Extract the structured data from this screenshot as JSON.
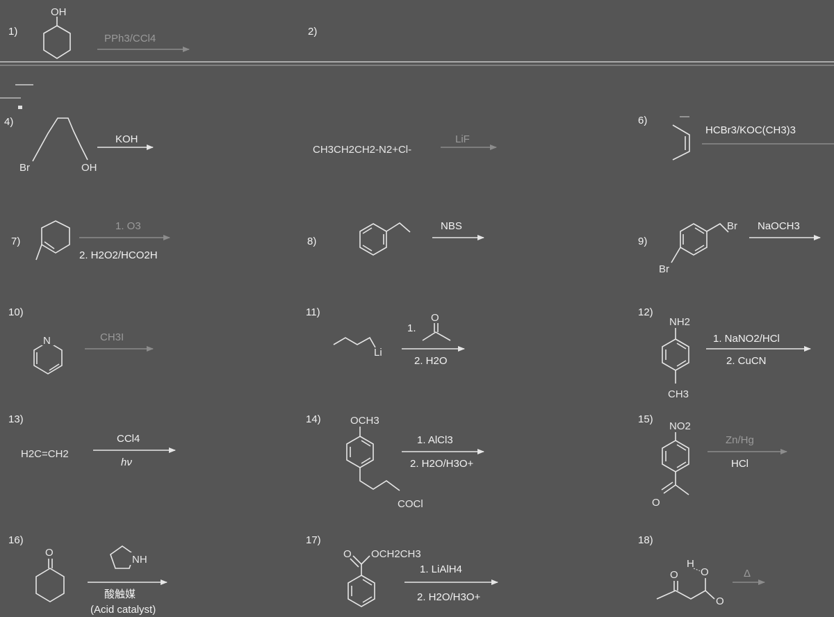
{
  "problems": {
    "p1": {
      "num": "1)",
      "substituent": "OH",
      "reagent": "PPh3/CCl4"
    },
    "p2": {
      "num": "2)"
    },
    "p4": {
      "num": "4)",
      "br": "Br",
      "oh": "OH",
      "reagent": "KOH"
    },
    "p5": {
      "substrate": "CH3CH2CH2-N2+Cl-",
      "reagent": "LiF"
    },
    "p6": {
      "num": "6)",
      "reagent": "HCBr3/KOC(CH3)3"
    },
    "p7": {
      "num": "7)",
      "step1": "1. O3",
      "step2": "2. H2O2/HCO2H"
    },
    "p8": {
      "num": "8)",
      "reagent": "NBS"
    },
    "p9": {
      "num": "9)",
      "br1": "Br",
      "br2": "Br",
      "reagent": "NaOCH3"
    },
    "p10": {
      "num": "10)",
      "n": "N",
      "reagent": "CH3I"
    },
    "p11": {
      "num": "11)",
      "li": "Li",
      "step1": "1.",
      "o": "O",
      "step2": "2. H2O"
    },
    "p12": {
      "num": "12)",
      "nh2": "NH2",
      "ch3": "CH3",
      "step1": "1. NaNO2/HCl",
      "step2": "2. CuCN"
    },
    "p13": {
      "num": "13)",
      "substrate": "H2C=CH2",
      "reagent": "CCl4",
      "condition": "hν"
    },
    "p14": {
      "num": "14)",
      "och3": "OCH3",
      "cocl": "COCl",
      "step1": "1. AlCl3",
      "step2": "2. H2O/H3O+"
    },
    "p15": {
      "num": "15)",
      "no2": "NO2",
      "o": "O",
      "reagent": "Zn/Hg",
      "acid": "HCl"
    },
    "p16": {
      "num": "16)",
      "o": "O",
      "nh": "NH",
      "catalyst_cn": "酸触媒",
      "catalyst_en": "(Acid catalyst)"
    },
    "p17": {
      "num": "17)",
      "o": "O",
      "och2ch3": "OCH2CH3",
      "step1": "1. LiAlH4",
      "step2": "2. H2O/H3O+"
    },
    "p18": {
      "num": "18)",
      "o1": "O",
      "h": "H",
      "o2": "O",
      "o3": "O",
      "condition": "Δ"
    }
  }
}
